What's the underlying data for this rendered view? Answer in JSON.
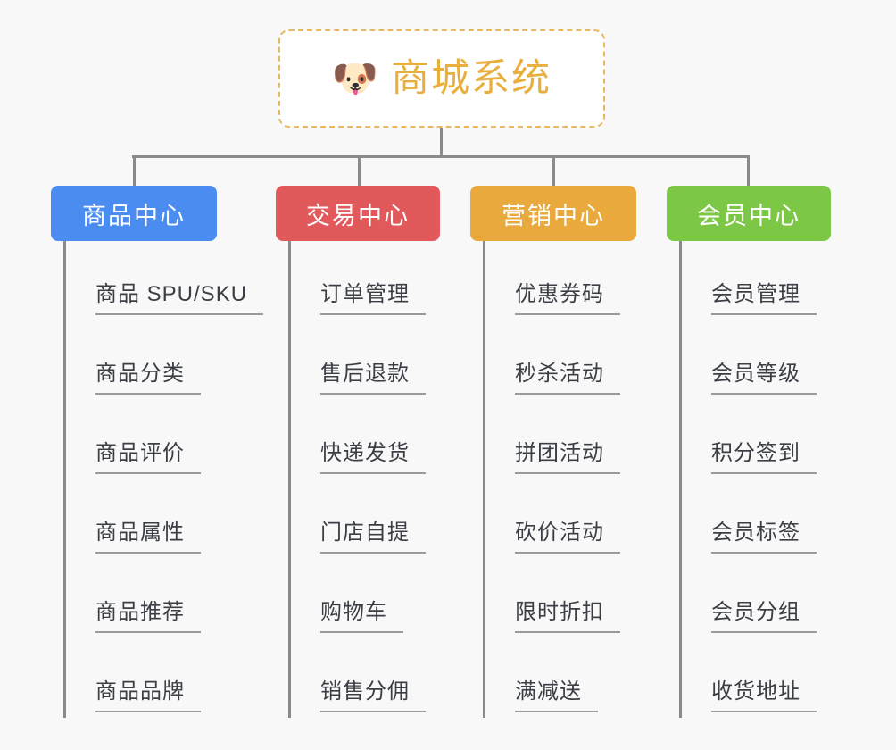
{
  "page": {
    "background_color": "#f8f8f9",
    "line_color": "#8a8a8a",
    "leaf_text_color": "#3b3f45"
  },
  "root": {
    "icon": "shiba-dog-face",
    "emoji": "🐶",
    "title": "商城系统",
    "title_color": "#e8af3e",
    "border_color": "#e8b860",
    "border_style": "dashed"
  },
  "columns": [
    {
      "id": "product-center",
      "header": "商品中心",
      "color": "#4a8cf0",
      "items": [
        "商品 SPU/SKU",
        "商品分类",
        "商品评价",
        "商品属性",
        "商品推荐",
        "商品品牌"
      ]
    },
    {
      "id": "trade-center",
      "header": "交易中心",
      "color": "#e2595b",
      "items": [
        "订单管理",
        "售后退款",
        "快递发货",
        "门店自提",
        "购物车",
        "销售分佣"
      ]
    },
    {
      "id": "marketing-center",
      "header": "营销中心",
      "color": "#e9a93c",
      "items": [
        "优惠券码",
        "秒杀活动",
        "拼团活动",
        "砍价活动",
        "限时折扣",
        "满减送"
      ]
    },
    {
      "id": "member-center",
      "header": "会员中心",
      "color": "#7cc745",
      "items": [
        "会员管理",
        "会员等级",
        "积分签到",
        "会员标签",
        "会员分组",
        "收货地址"
      ]
    }
  ]
}
